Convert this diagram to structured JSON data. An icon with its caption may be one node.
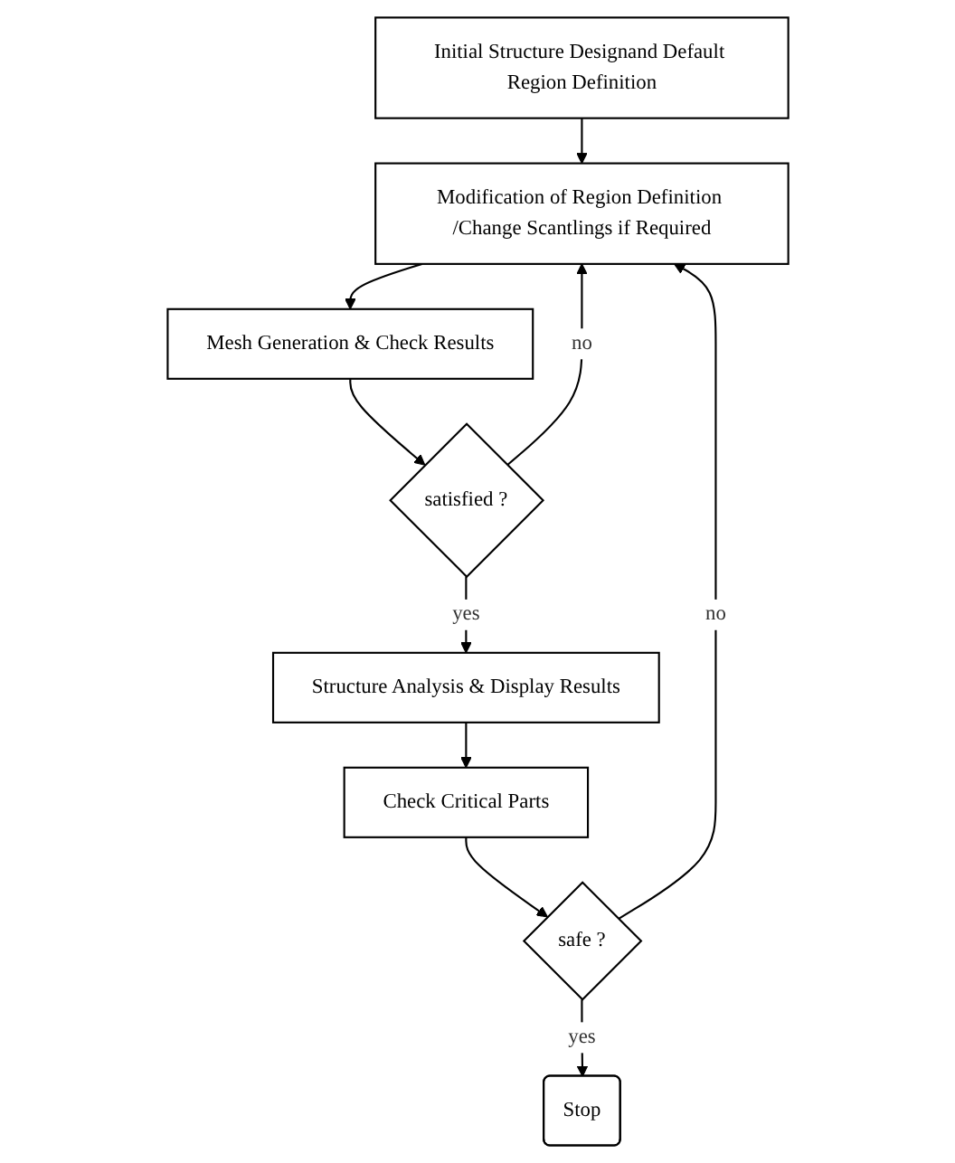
{
  "diagram": {
    "nodes": [
      {
        "text": [
          "Initial Structure Designand Default Region Definition"
        ]
      },
      {
        "text": [
          "Modification of Region Definition /Change Scantlings if Required"
        ]
      },
      {
        "text": [
          "Mesh Generation & Check Results"
        ]
      },
      {
        "text": [
          "satisfied ?"
        ]
      },
      {
        "text": [
          "Structure Analysis & Display Results"
        ]
      },
      {
        "text": [
          "Check Critical Parts"
        ]
      },
      {
        "text": [
          "safe ?"
        ]
      },
      {
        "text": [
          "Stop"
        ]
      }
    ],
    "edges": [
      {
        "from": 0,
        "to": 1,
        "arrow": "to"
      },
      {
        "from": 1,
        "to": 2,
        "arrow": "to"
      },
      {
        "from": 2,
        "to": 3,
        "arrow": "to"
      },
      {
        "from": 3,
        "to": 1,
        "arrow": "to",
        "label": "no"
      },
      {
        "from": 3,
        "to": 4,
        "arrow": "to",
        "label": "yes"
      },
      {
        "from": 4,
        "to": 5,
        "arrow": "to"
      },
      {
        "from": 5,
        "to": 6,
        "arrow": "to"
      },
      {
        "from": 6,
        "to": 1,
        "arrow": "to",
        "label": "no"
      },
      {
        "from": 6,
        "to": 7,
        "arrow": "to",
        "label": "yes"
      }
    ]
  }
}
